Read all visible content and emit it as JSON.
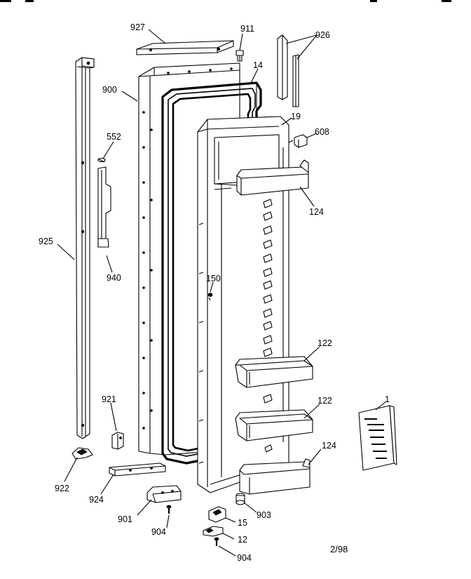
{
  "diagram": {
    "labels": [
      {
        "id": "927",
        "text": "927"
      },
      {
        "id": "911",
        "text": "911"
      },
      {
        "id": "926",
        "text": "926"
      },
      {
        "id": "900",
        "text": "900"
      },
      {
        "id": "14",
        "text": "14"
      },
      {
        "id": "19",
        "text": "19"
      },
      {
        "id": "608",
        "text": "608"
      },
      {
        "id": "552",
        "text": "552"
      },
      {
        "id": "124a",
        "text": "124"
      },
      {
        "id": "925",
        "text": "925"
      },
      {
        "id": "940",
        "text": "940"
      },
      {
        "id": "150",
        "text": "150"
      },
      {
        "id": "122a",
        "text": "122"
      },
      {
        "id": "1",
        "text": "1"
      },
      {
        "id": "921",
        "text": "921"
      },
      {
        "id": "122b",
        "text": "122"
      },
      {
        "id": "124b",
        "text": "124"
      },
      {
        "id": "922",
        "text": "922"
      },
      {
        "id": "924",
        "text": "924"
      },
      {
        "id": "901",
        "text": "901"
      },
      {
        "id": "903",
        "text": "903"
      },
      {
        "id": "15",
        "text": "15"
      },
      {
        "id": "904a",
        "text": "904"
      },
      {
        "id": "12",
        "text": "12"
      },
      {
        "id": "904b",
        "text": "904"
      }
    ],
    "date_code": "2/98"
  }
}
